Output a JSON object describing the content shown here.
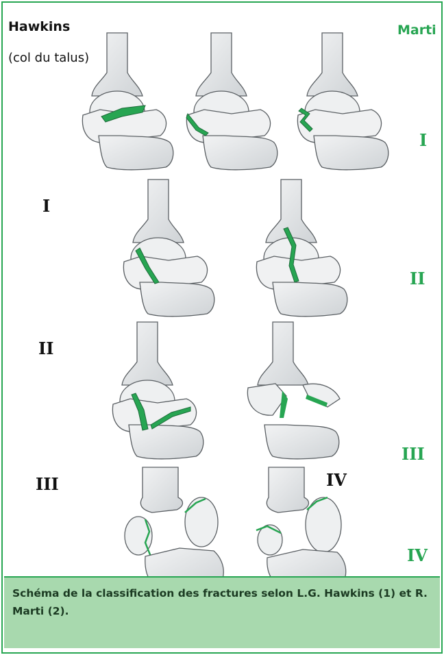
{
  "left_heading": {
    "title": "Hawkins",
    "subtitle": "(col du talus)"
  },
  "right_heading": {
    "title": "Marti"
  },
  "hawkins_grades": {
    "i": "I",
    "ii": "II",
    "iii": "III",
    "iv": "IV"
  },
  "marti_grades": {
    "i": "I",
    "ii": "II",
    "iii": "III",
    "iv": "IV"
  },
  "caption": {
    "text": "Schéma de la classification des fractures selon L.G. Hawkins (1) et R. Marti (2)."
  },
  "colors": {
    "accent": "#27a552",
    "caption_bg": "#a8d9ae",
    "bone": "#e4e6e8",
    "bone_outline": "#5a5f63",
    "fracture": "#27a552"
  }
}
